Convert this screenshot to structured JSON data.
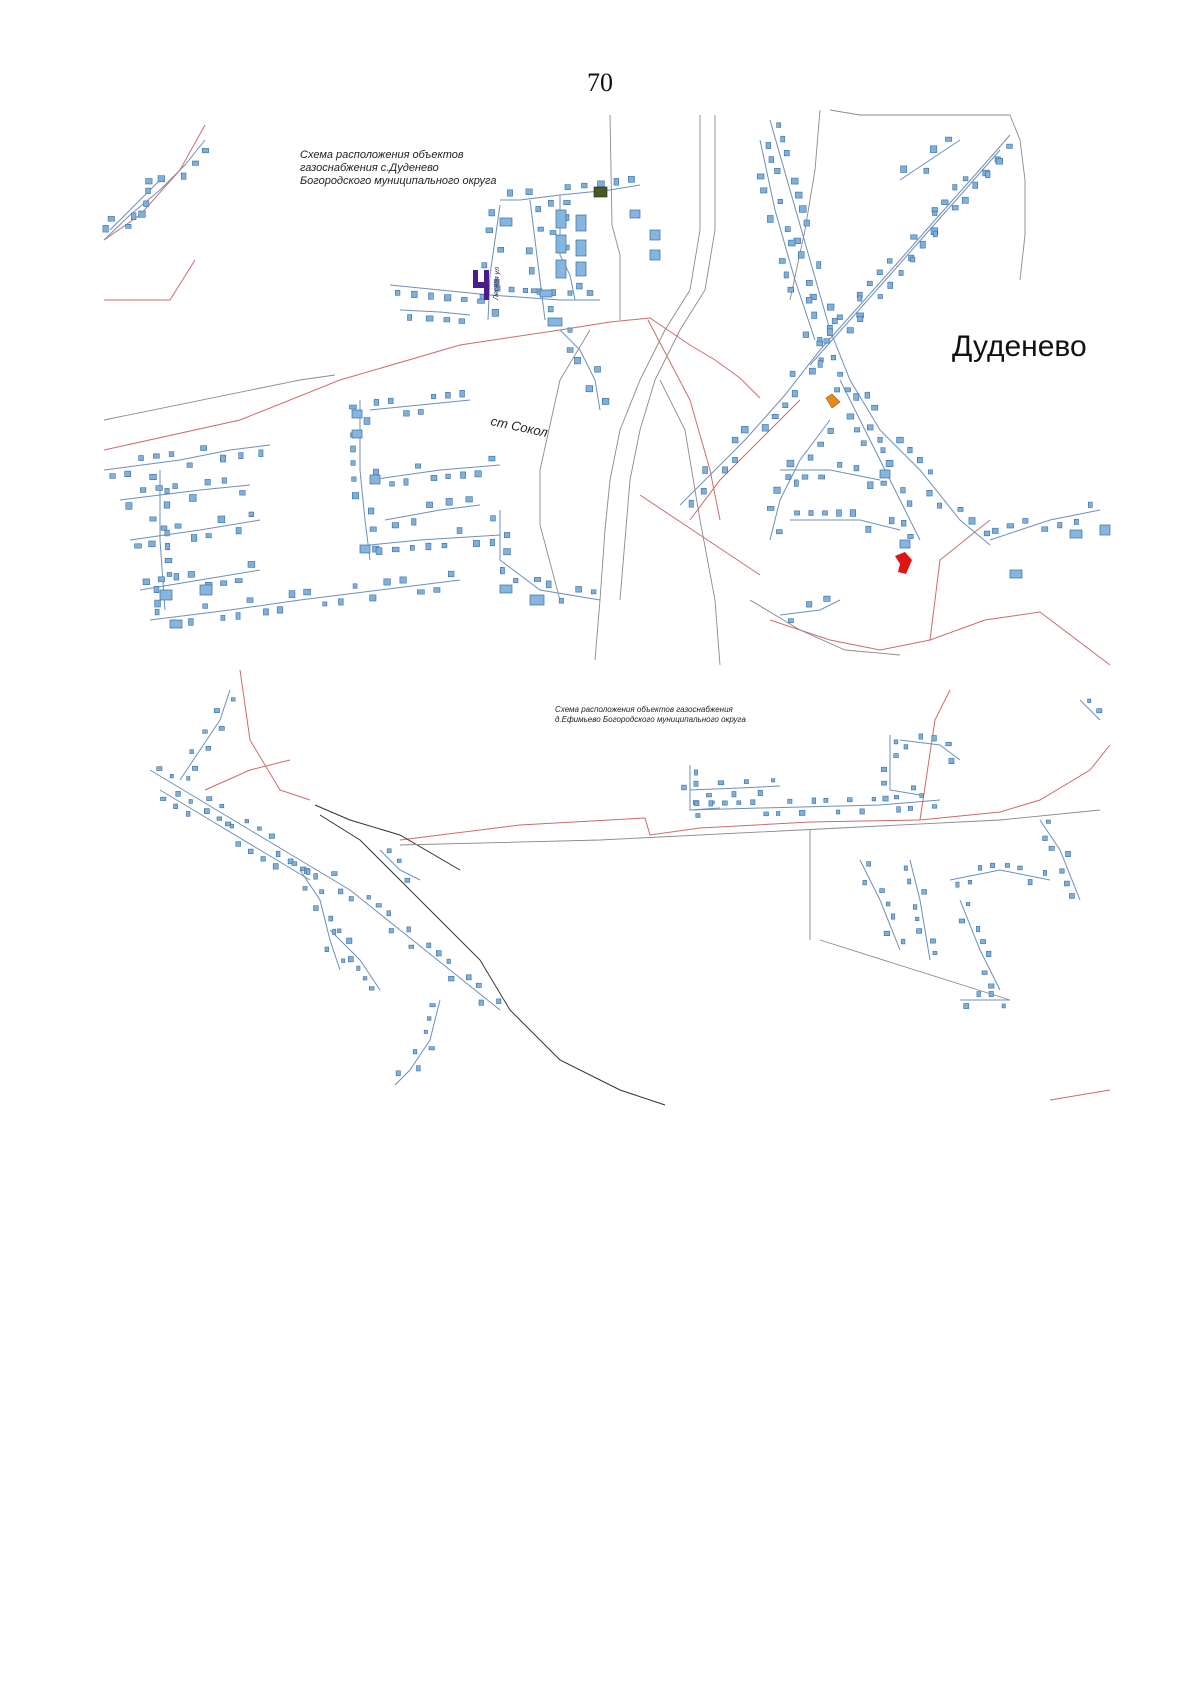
{
  "page": {
    "number": "70"
  },
  "maps": [
    {
      "id": "dudenevo",
      "caption_lines": [
        "Схема расположения объектов",
        "газоснабжения с.Дуденево",
        "Богородского муниципального округа"
      ],
      "labels": {
        "village": "Дуденево",
        "station": "ст Сокол",
        "street_lesnaya": "Лесная ул"
      }
    },
    {
      "id": "efimyevo",
      "caption_lines": [
        "Схема расположения объектов газоснабжения",
        "д.Ефимьево Богородского муниципального округа"
      ]
    }
  ],
  "colors": {
    "house_fill": "#7fb0dc",
    "street_line": "#6d8fbf",
    "border_line": "#d06a6a",
    "marker_purple": "#4b1a8c",
    "marker_orange": "#e58a1a",
    "marker_red": "#e01414",
    "marker_green": "#4a5a22"
  }
}
